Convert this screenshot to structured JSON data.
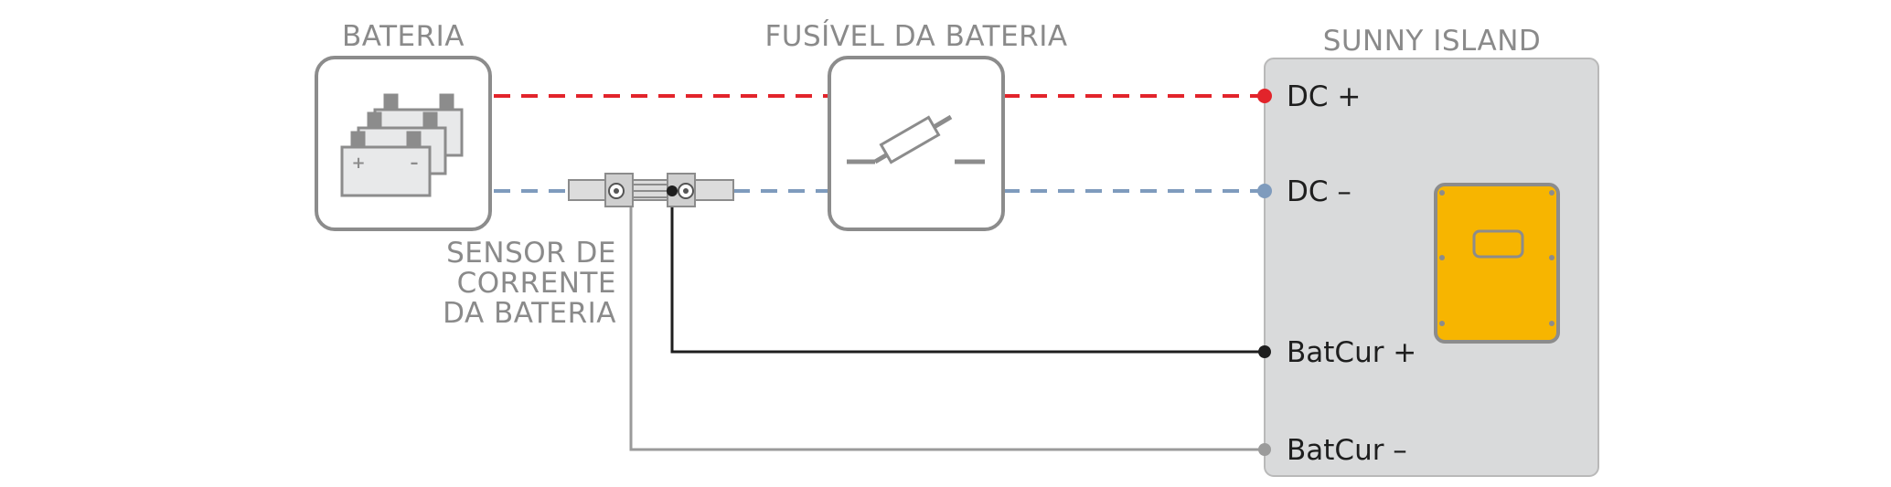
{
  "labels": {
    "battery": "BATERIA",
    "fuse": "FUSÍVEL DA BATERIA",
    "inverter": "SUNNY ISLAND",
    "sensor_line1": "SENSOR DE",
    "sensor_line2": "CORRENTE",
    "sensor_line3": "DA BATERIA"
  },
  "terminals": {
    "dc_plus": "DC +",
    "dc_minus": "DC –",
    "batcur_plus": "BatCur +",
    "batcur_minus": "BatCur –"
  },
  "battery_symbols": {
    "plus": "+",
    "minus": "–"
  },
  "colors": {
    "dc_plus_wire": "#e2242b",
    "dc_minus_wire": "#7f9bbd",
    "batcur_plus_wire": "#1e1e1e",
    "batcur_minus_wire": "#9b9b9b",
    "box_stroke": "#8c8c8c",
    "inverter_panel": "#d9dadb",
    "inverter_device": "#f7b500"
  },
  "icons": [
    "battery-icon",
    "fuse-icon",
    "current-sensor-icon",
    "sunny-island-device-icon"
  ]
}
